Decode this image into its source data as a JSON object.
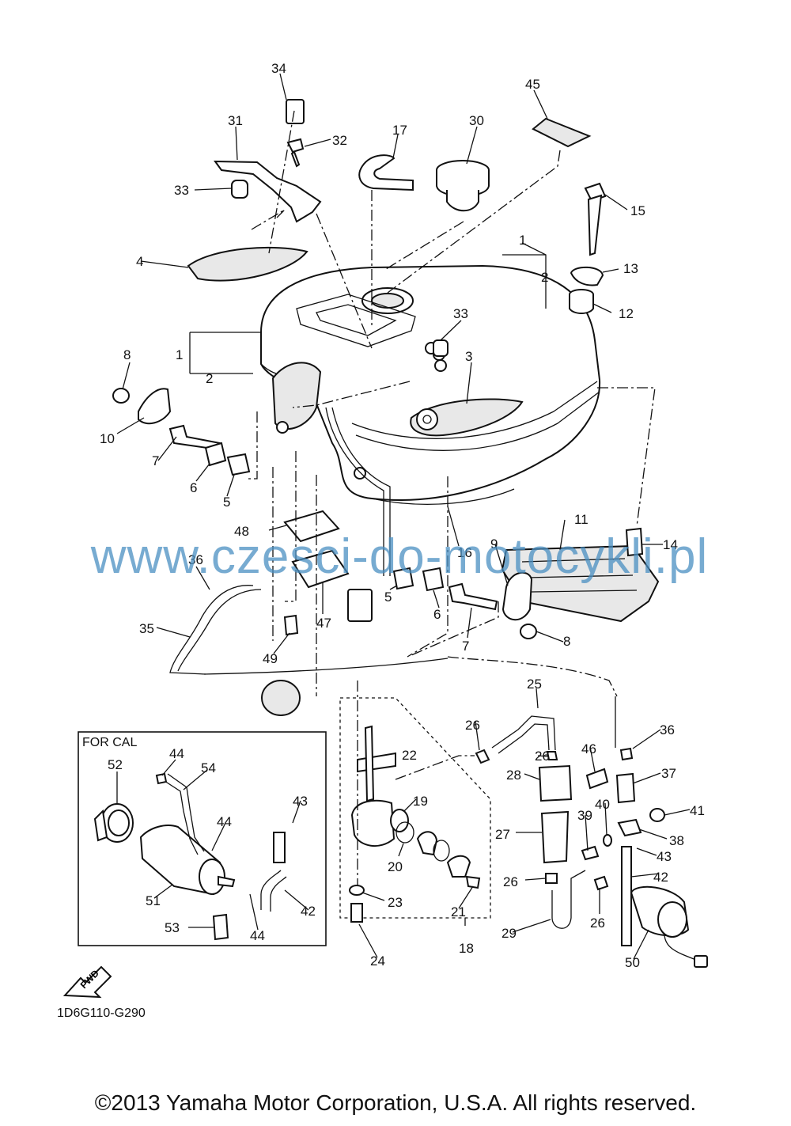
{
  "watermark": "www.czesci-do-motocykli.pl",
  "diagram_code": "1D6G110-G290",
  "copyright": "©2013 Yamaha Motor Corporation, U.S.A. All rights reserved.",
  "cal_box_label": "FOR CAL",
  "fwd_badge": "FWD",
  "callouts": [
    "34",
    "31",
    "32",
    "17",
    "30",
    "45",
    "33",
    "15",
    "1",
    "2",
    "13",
    "4",
    "12",
    "33",
    "8",
    "1",
    "2",
    "3",
    "10",
    "7",
    "6",
    "5",
    "11",
    "14",
    "48",
    "9",
    "36",
    "16",
    "5",
    "6",
    "47",
    "7",
    "8",
    "35",
    "49",
    "25",
    "26",
    "36",
    "22",
    "26",
    "46",
    "37",
    "28",
    "41",
    "19",
    "39",
    "40",
    "38",
    "27",
    "43",
    "20",
    "42",
    "26",
    "26",
    "29",
    "21",
    "23",
    "24",
    "18",
    "50",
    "52",
    "44",
    "54",
    "43",
    "44",
    "51",
    "42",
    "53",
    "44"
  ]
}
